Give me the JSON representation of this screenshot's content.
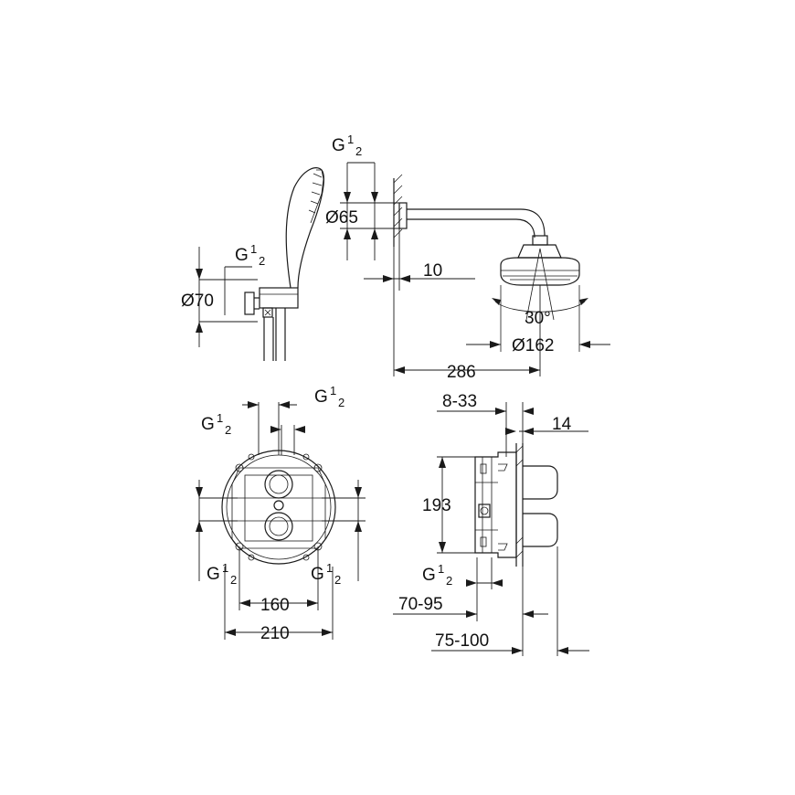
{
  "labels": {
    "hand_shower_thread": {
      "g": "G",
      "sup": "1",
      "sub": "2"
    },
    "hand_shower_diameter": "Ø70",
    "arm_thread": {
      "g": "G",
      "sup": "1",
      "sub": "2"
    },
    "arm_flange_diameter": "Ø65",
    "wall_offset": "10",
    "spray_angle": "30°",
    "head_diameter": "Ø162",
    "arm_projection": "286",
    "top_thread_right": {
      "g": "G",
      "sup": "1",
      "sub": "2"
    },
    "top_thread_left": {
      "g": "G",
      "sup": "1",
      "sub": "2"
    },
    "bottom_thread_left": {
      "g": "G",
      "sup": "1",
      "sub": "2"
    },
    "bottom_thread_right": {
      "g": "G",
      "sup": "1",
      "sub": "2"
    },
    "inlet_spacing": "160",
    "plate_width": "210",
    "adjust_range": "8-33",
    "plate_thickness": "14",
    "body_height": "193",
    "side_thread": {
      "g": "G",
      "sup": "1",
      "sub": "2"
    },
    "depth_range_1": "70-95",
    "depth_range_2": "75-100"
  }
}
